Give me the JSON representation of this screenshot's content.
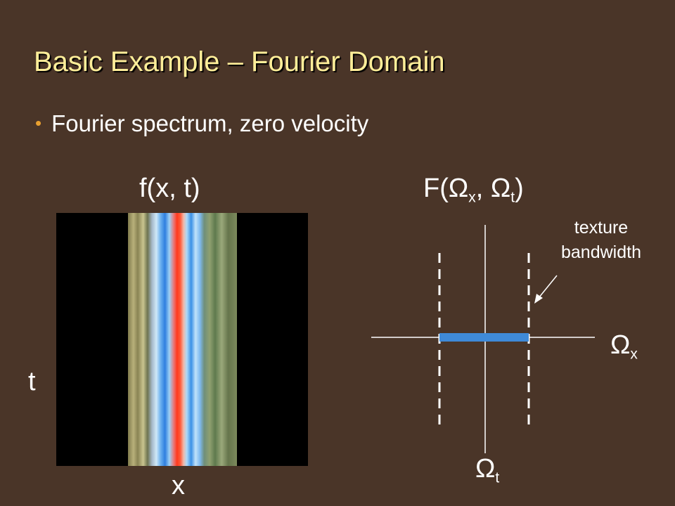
{
  "slide": {
    "title": "Basic Example – Fourier Domain",
    "bullet": "Fourier spectrum, zero velocity"
  },
  "left_panel": {
    "label": "f(x, t)",
    "axis_t": "t",
    "axis_x": "x"
  },
  "right_panel": {
    "label_prefix": "F(Ω",
    "label_sub1": "x",
    "label_mid": ", Ω",
    "label_sub2": "t",
    "label_suffix": ")",
    "annotation_line1": "texture",
    "annotation_line2": "bandwidth",
    "axis_omega": "Ω",
    "axis_omega_x_sub": "x",
    "axis_omega_t_sub": "t"
  },
  "colors": {
    "background": "#4a3528",
    "title": "#ffee99",
    "bullet": "#e8a030",
    "spectrum_band": "#3f8ad8"
  }
}
